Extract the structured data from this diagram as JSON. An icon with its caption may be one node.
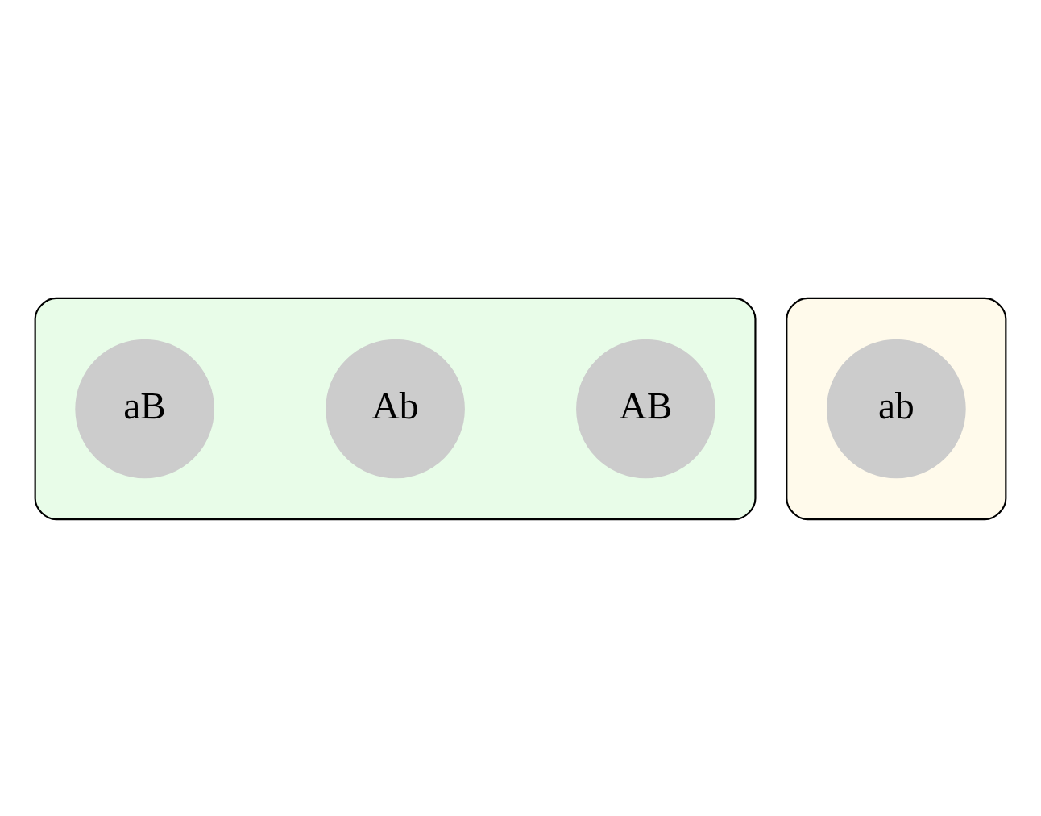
{
  "diagram": {
    "nodes": [
      {
        "text": [],
        "shape": "box"
      },
      {
        "text": [
          "AB"
        ],
        "in": 0
      },
      {
        "text": [
          "Ab"
        ],
        "in": 0
      },
      {
        "text": [
          "aB"
        ],
        "in": 0
      },
      {
        "text": [],
        "shape": "box"
      },
      {
        "text": [
          "ab"
        ],
        "in": 4
      }
    ]
  }
}
